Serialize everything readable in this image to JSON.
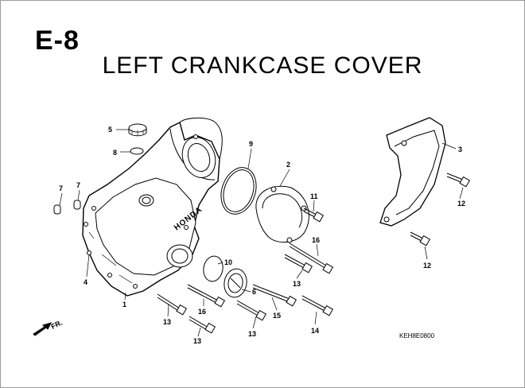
{
  "header": {
    "section_code": "E-8",
    "title": "LEFT CRANKCASE COVER"
  },
  "callouts": [
    "1",
    "2",
    "3",
    "4",
    "5",
    "6",
    "7",
    "7",
    "8",
    "9",
    "10",
    "11",
    "12",
    "12",
    "13",
    "13",
    "13",
    "13",
    "14",
    "15",
    "16",
    "16"
  ],
  "direction_label": "FR.",
  "cast_logo": "HONDA",
  "drawing_code": "KEH8E0800"
}
